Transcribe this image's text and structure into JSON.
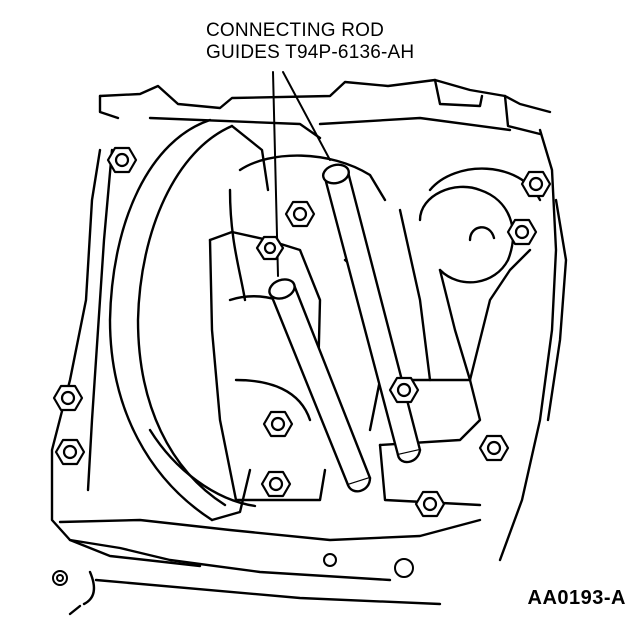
{
  "callout": {
    "line1": "CONNECTING ROD",
    "line2": "GUIDES T94P-6136-AH"
  },
  "figure_id": "AA0193-A",
  "colors": {
    "ink": "#000000",
    "paper": "#ffffff"
  }
}
